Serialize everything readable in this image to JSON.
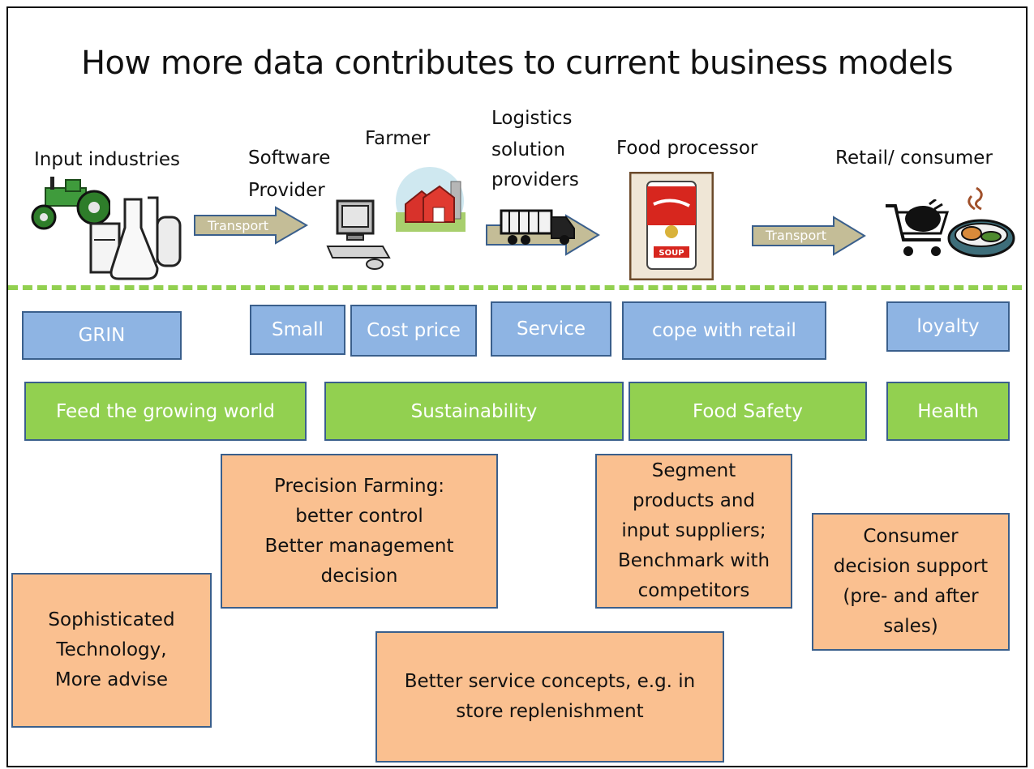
{
  "title": "How more data contributes to current business models",
  "stages": {
    "input_industries": "Input industries",
    "software_provider": [
      "Software",
      "Provider"
    ],
    "farmer": "Farmer",
    "logistics": [
      "Logistics",
      "solution",
      "providers"
    ],
    "food_processor": "Food processor",
    "retail": "Retail/ consumer"
  },
  "arrows": {
    "transport_1": "Transport",
    "transport_2": "Transport"
  },
  "blue_boxes": [
    "GRIN",
    "Small",
    "Cost price",
    "Service",
    "cope with retail",
    "loyalty"
  ],
  "green_boxes": [
    "Feed the growing world",
    "Sustainability",
    "Food Safety",
    "Health"
  ],
  "orange_boxes": {
    "precision": [
      "Precision Farming:",
      "better control",
      "Better management",
      "decision"
    ],
    "segment": [
      "Segment",
      "products and",
      "input suppliers;",
      "Benchmark with",
      "competitors"
    ],
    "consumer": [
      "Consumer",
      "decision support",
      "(pre- and after",
      "sales)"
    ],
    "sophisticated": [
      "Sophisticated",
      "Technology,",
      "More advise"
    ],
    "service_concepts": [
      "Better service concepts, e.g. in",
      "store replenishment"
    ]
  },
  "colors": {
    "blue": "#8eb4e3",
    "green": "#92d050",
    "orange": "#fac090",
    "border": "#3a5f8c",
    "arrow": "#c4bd97"
  },
  "icons": [
    "tractor-icon",
    "lab-glassware-icon",
    "computer-icon",
    "farm-barn-icon",
    "truck-icon",
    "soup-can-icon",
    "shopping-cart-icon",
    "food-plate-icon"
  ]
}
